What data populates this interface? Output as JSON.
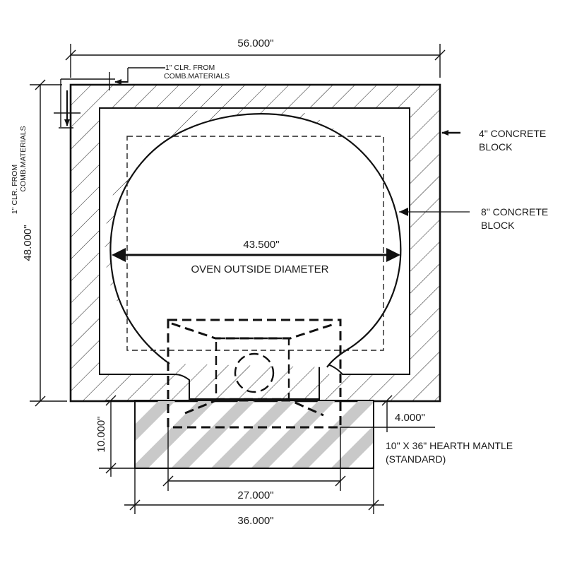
{
  "dimensions": {
    "overall_width": "56.000\"",
    "overall_depth": "48.000\"",
    "oven_diameter": "43.500\"",
    "hearth_depth": "10.000\"",
    "hearth_width": "36.000\"",
    "opening_width": "27.000\"",
    "offset": "4.000\""
  },
  "labels": {
    "oven_outside_diameter": "OVEN OUTSIDE DIAMETER",
    "clearance_top_line1": "1\" CLR. FROM",
    "clearance_top_line2": "COMB.MATERIALS",
    "clearance_side_line1": "1\" CLR. FROM",
    "clearance_side_line2": "COMB.MATERIALS",
    "concrete_4in_line1": "4\" CONCRETE",
    "concrete_4in_line2": "BLOCK",
    "concrete_8in_line1": "8\" CONCRETE",
    "concrete_8in_line2": "BLOCK",
    "hearth_line1": "10\" X 36\" HEARTH MANTLE",
    "hearth_line2": "(STANDARD)"
  }
}
